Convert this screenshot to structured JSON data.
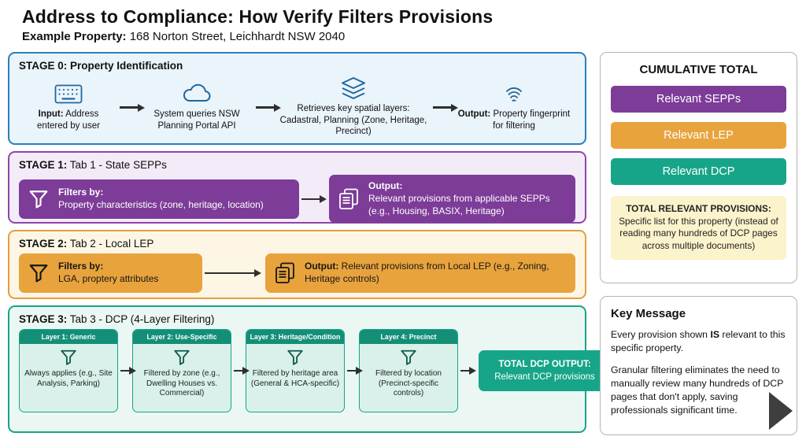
{
  "header": {
    "title": "Address to Compliance: How Verify Filters Provisions",
    "property_label": "Example Property:",
    "property_value": " 168 Norton Street, Leichhardt NSW 2040"
  },
  "stage0": {
    "heading_bold": "STAGE 0:",
    "heading_rest": " Property Identification",
    "steps": [
      {
        "icon": "keyboard-icon",
        "lead": "Input:",
        "text": " Address entered by user"
      },
      {
        "icon": "cloud-icon",
        "lead": "",
        "text": "System queries NSW Planning Portal API"
      },
      {
        "icon": "layers-icon",
        "lead": "",
        "text": "Retrieves key spatial layers: Cadastral, Planning (Zone, Heritage, Precinct)"
      },
      {
        "icon": "fingerprint-icon",
        "lead": "Output:",
        "text": " Property fingerprint for filtering"
      }
    ]
  },
  "stage1": {
    "heading_bold": "STAGE 1:",
    "heading_rest": " Tab 1 - State SEPPs",
    "filter_lead": "Filters by:",
    "filter_text": "Property characteristics (zone, heritage, location)",
    "output_lead": "Output:",
    "output_text": "Relevant provisions from applicable SEPPs (e.g., Housing, BASIX, Heritage)"
  },
  "stage2": {
    "heading_bold": "STAGE 2:",
    "heading_rest": " Tab 2 - Local LEP",
    "filter_lead": "Filters by:",
    "filter_text": "LGA, proptery attributes",
    "output_lead": "Output:",
    "output_text": " Relevant provisions from Local LEP (e.g., Zoning, Heritage controls)"
  },
  "stage3": {
    "heading_bold": "STAGE 3:",
    "heading_rest": " Tab 3 - DCP (4-Layer Filtering)",
    "layers": [
      {
        "title": "Layer 1: Generic",
        "text": "Always applies (e.g., Site Analysis, Parking)"
      },
      {
        "title": "Layer 2: Use-Specific",
        "text": "Filtered by zone (e.g., Dwelling Houses vs. Commercial)"
      },
      {
        "title": "Layer 3: Heritage/Condition",
        "text": "Filtered by heritage area (General & HCA-specific)"
      },
      {
        "title": "Layer 4: Precinct",
        "text": "Filtered by location (Precinct-specific controls)"
      }
    ],
    "total_lead": "TOTAL DCP OUTPUT:",
    "total_text": "Relevant DCP provisions"
  },
  "sidebar": {
    "cumulative_title": "CUMULATIVE TOTAL",
    "chips": [
      {
        "label": "Relevant SEPPs",
        "color": "#7d3c98"
      },
      {
        "label": "Relevant LEP",
        "color": "#e8a33d"
      },
      {
        "label": "Relevant DCP",
        "color": "#17a589"
      }
    ],
    "note_lead": "TOTAL RELEVANT PROVISIONS:",
    "note_text": "Specific list for this property (instead of reading many hundreds of DCP pages across multiple documents)",
    "key_message_title": "Key Message",
    "km_p1_a": "Every provision shown ",
    "km_p1_b": "IS",
    "km_p1_c": " relevant to this specific property.",
    "km_p2": "Granular filtering eliminates the need to manually review many hundreds of DCP pages that don't apply, saving professionals significant time."
  },
  "colors": {
    "blue_border": "#2980b9",
    "blue_bg": "#eaf4fb",
    "purple": "#7d3c98",
    "purple_border": "#8e44ad",
    "purple_bg": "#f3ecf8",
    "orange": "#e8a33d",
    "orange_border": "#e59e3b",
    "orange_bg": "#fdf6e4",
    "teal": "#17a589",
    "teal_dark": "#148f77",
    "teal_bg": "#eaf7f3",
    "teal_card_bg": "#d9f1ea",
    "yellow_bg": "#fbf3cb",
    "icon_blue": "#21689d"
  }
}
